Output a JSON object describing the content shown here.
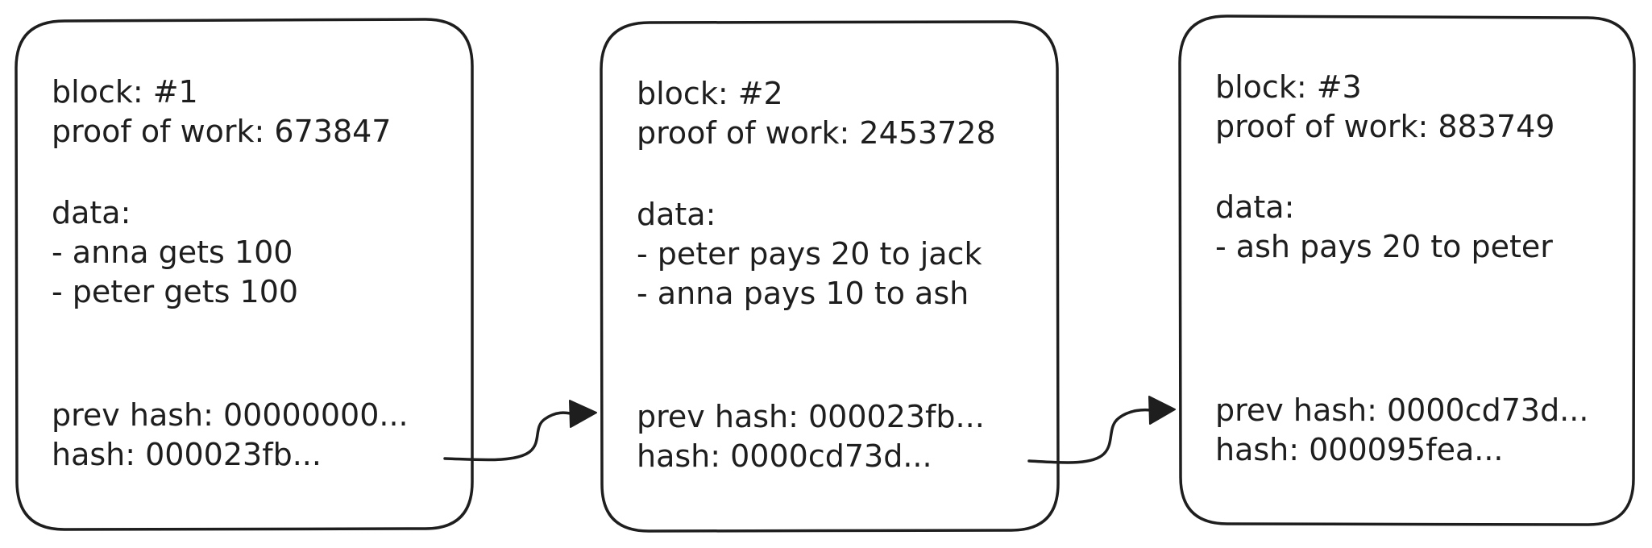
{
  "blocks": [
    {
      "block_line": "block: #1",
      "proof_line": "proof of work: 673847",
      "data_label": "data:",
      "data_items": [
        "- anna gets 100",
        "- peter gets 100"
      ],
      "prev_hash_line": "prev hash: 00000000...",
      "hash_line": "hash: 000023fb..."
    },
    {
      "block_line": "block: #2",
      "proof_line": "proof of work: 2453728",
      "data_label": "data:",
      "data_items": [
        "- peter pays 20 to jack",
        "- anna pays 10 to ash"
      ],
      "prev_hash_line": "prev hash: 000023fb...",
      "hash_line": "hash: 0000cd73d..."
    },
    {
      "block_line": "block: #3",
      "proof_line": "proof of work: 883749",
      "data_label": "data:",
      "data_items": [
        "- ash pays 20 to peter"
      ],
      "prev_hash_line": "prev hash: 0000cd73d...",
      "hash_line": "hash: 000095fea..."
    }
  ]
}
